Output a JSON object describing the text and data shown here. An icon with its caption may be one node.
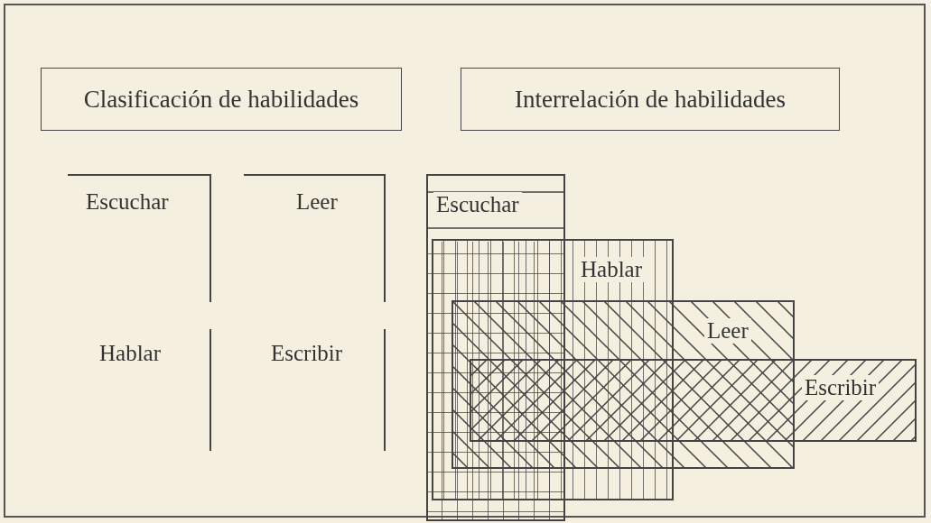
{
  "diagram": {
    "nodes": [
      {
        "text": [
          "Clasificación de habilidades"
        ]
      },
      {
        "text": [
          "Interrelación de habilidades"
        ]
      },
      {
        "text": [
          "Escuchar"
        ]
      },
      {
        "text": [
          "Hablar"
        ]
      },
      {
        "text": [
          "Leer"
        ]
      },
      {
        "text": [
          "Escribir"
        ]
      }
    ],
    "labels": [
      "Escuchar",
      "Leer",
      "Hablar",
      "Escribir"
    ]
  }
}
